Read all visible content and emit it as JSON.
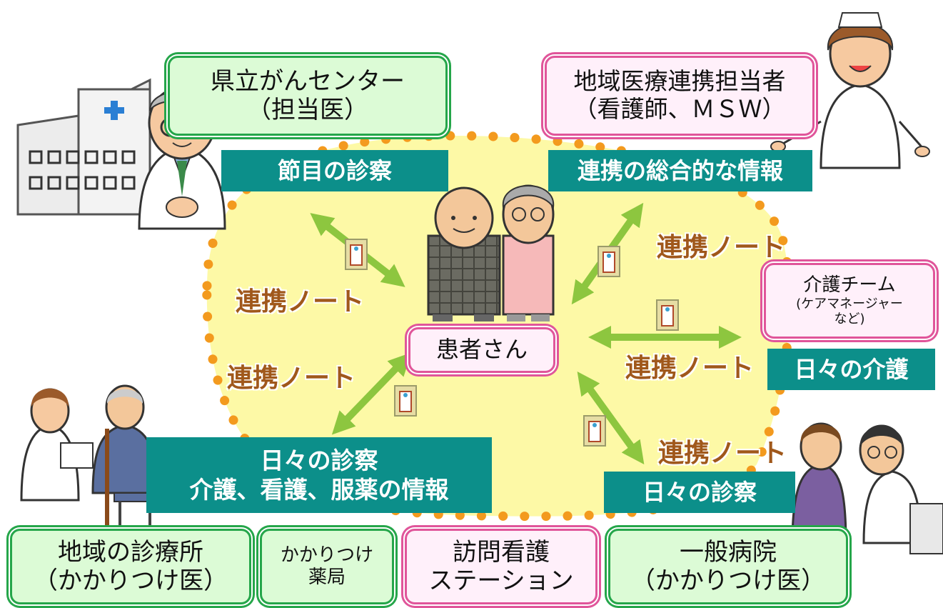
{
  "labels": {
    "cancer_center_line1": "県立がんセンター",
    "cancer_center_line2": "（担当医）",
    "liaison_line1": "地域医療連携担当者",
    "liaison_line2": "（看護師、ＭＳＷ）",
    "care_team_line1": "介護チーム",
    "care_team_line2": "(ケアマネージャー",
    "care_team_line3": "など)",
    "patient": "患者さん",
    "clinic_line1": "地域の診療所",
    "clinic_line2": "（かかりつけ医）",
    "pharmacy_line1": "かかりつけ",
    "pharmacy_line2": "薬局",
    "nursing_station_line1": "訪問看護",
    "nursing_station_line2": "ステーション",
    "hospital_line1": "一般病院",
    "hospital_line2": "（かかりつけ医）"
  },
  "banners": {
    "milestone_exam": "節目の診察",
    "overall_info": "連携の総合的な情報",
    "daily_care": "日々の介護",
    "daily_exam_left_line1": "日々の診察",
    "daily_exam_left_line2": "介護、看護、服薬の情報",
    "daily_exam_right": "日々の診察"
  },
  "connectors": {
    "top_left": "連携ノート",
    "bottom_left": "連携ノート",
    "top_right": "連携ノート",
    "middle_right": "連携ノート",
    "bottom_right": "連携ノート"
  },
  "colors": {
    "green_box": "#dcfbd6",
    "green_border": "#25a64a",
    "pink_box": "#fff0fa",
    "pink_border": "#e0559a",
    "banner": "#0c8f8a",
    "arrow": "#8dc63f",
    "note_text": "#a0581b",
    "blob": "#fdf9a6",
    "dots": "#f39a1e"
  }
}
